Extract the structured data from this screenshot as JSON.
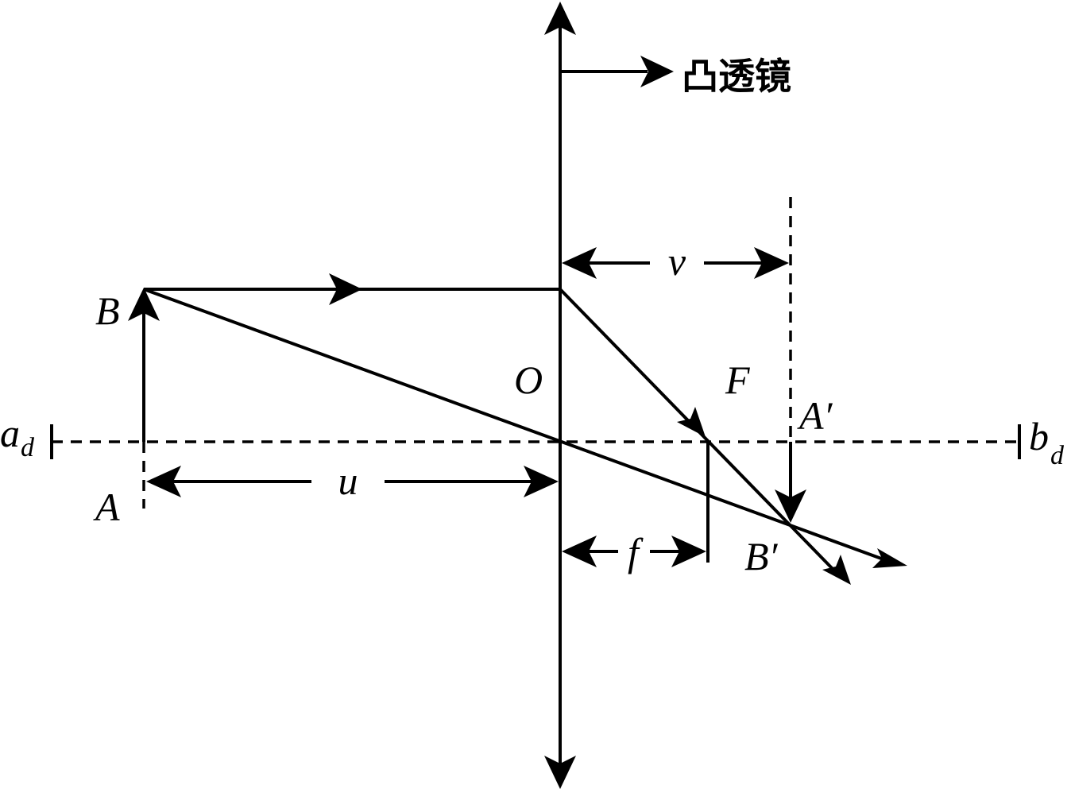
{
  "labels": {
    "lens_name": "凸透镜",
    "object_top": "B",
    "object_base": "A",
    "optical_center": "O",
    "focus": "F",
    "image_base": "A′",
    "image_top": "B′",
    "object_distance": "u",
    "image_distance": "v",
    "focal_length": "f",
    "left_end": "a",
    "left_end_sub": "d",
    "right_end": "b",
    "right_end_sub": "d"
  }
}
